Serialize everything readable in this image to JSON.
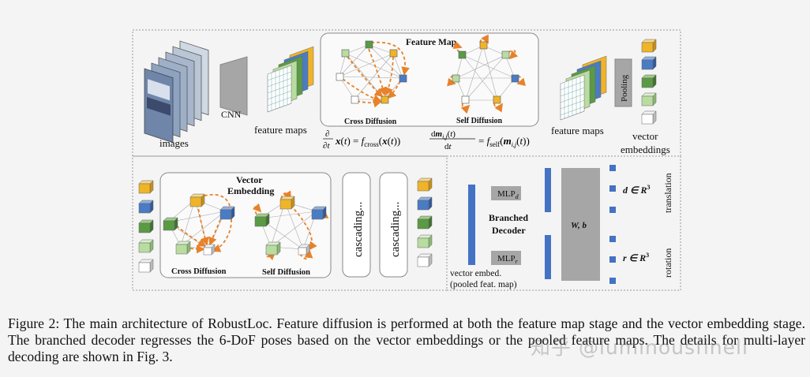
{
  "figure": {
    "top": {
      "images_label": "images",
      "cnn_label": "CNN",
      "feature_maps_label": "feature maps",
      "feature_map_title": "Feature Map",
      "cross_diffusion_label": "Cross Diffusion",
      "self_diffusion_label": "Self Diffusion",
      "cross_equation": "∂/∂t x(t) = f_cross(x(t))",
      "self_equation": "dm_i,j(t)/dt = f_self(m_i,j(t))",
      "feature_maps_label_right": "feature maps",
      "pooling_label": "Pooling",
      "vector_embeddings_label_1": "vector",
      "vector_embeddings_label_2": "embeddings"
    },
    "bottom_left": {
      "vector_embedding_title_1": "Vector",
      "vector_embedding_title_2": "Embedding",
      "cross_diffusion_label": "Cross Diffusion",
      "self_diffusion_label": "Self Diffusion",
      "cascading_1": "cascading...",
      "cascading_2": "cascading..."
    },
    "bottom_right": {
      "mlp_d_label": "MLP",
      "mlp_d_sub": "d",
      "mlp_r_label": "MLP",
      "mlp_r_sub": "r",
      "branched_decoder_1": "Branched",
      "branched_decoder_2": "Decoder",
      "wb_label": "W, b",
      "vector_embed_1": "vector embed.",
      "vector_embed_2": "(pooled feat. map)",
      "d_label": "d ∈ R",
      "d_sup": "3",
      "r_label": "r ∈ R",
      "r_sup": "3",
      "translation_label": "translation",
      "rotation_label": "rotation"
    },
    "colors": {
      "yellow": "#f0b429",
      "blue": "#4a7cc4",
      "green": "#5a9a45",
      "light_green": "#b9dca0",
      "white": "#ffffff",
      "orange_arrow": "#e8822a",
      "decoder_blue": "#4472c4",
      "gray_block": "#a6a6a6"
    }
  },
  "caption": {
    "text": "Figure 2: The main architecture of RobustLoc. Feature diffusion is performed at both the feature map stage and the vector embedding stage. The branched decoder regresses the 6-DoF poses based on the vector embeddings or the pooled feature maps. The details for multi-layer decoding are shown in Fig. 3.",
    "watermark": "知乎 @luminousfineli"
  }
}
